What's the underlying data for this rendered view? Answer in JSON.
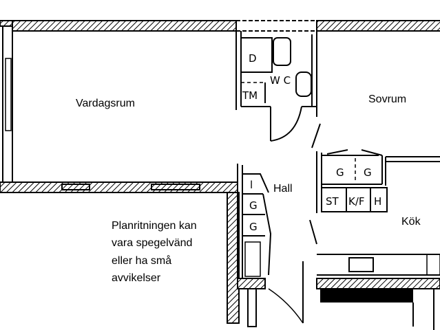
{
  "rooms": {
    "living_room": "Vardagsrum",
    "bedroom": "Sovrum",
    "hall": "Hall",
    "kitchen": "Kök"
  },
  "fixtures": {
    "bath_d": "D",
    "wc": "W C",
    "tm": "TM",
    "closet_g1": "G",
    "closet_g2": "G",
    "st": "ST",
    "kf": "K/F",
    "h": "H",
    "hall_l": "l",
    "hall_g1": "G",
    "hall_g2": "G"
  },
  "note": {
    "lines": [
      "Planritningen kan",
      "vara spegelvänd",
      "eller ha små",
      "avvikelser"
    ]
  }
}
